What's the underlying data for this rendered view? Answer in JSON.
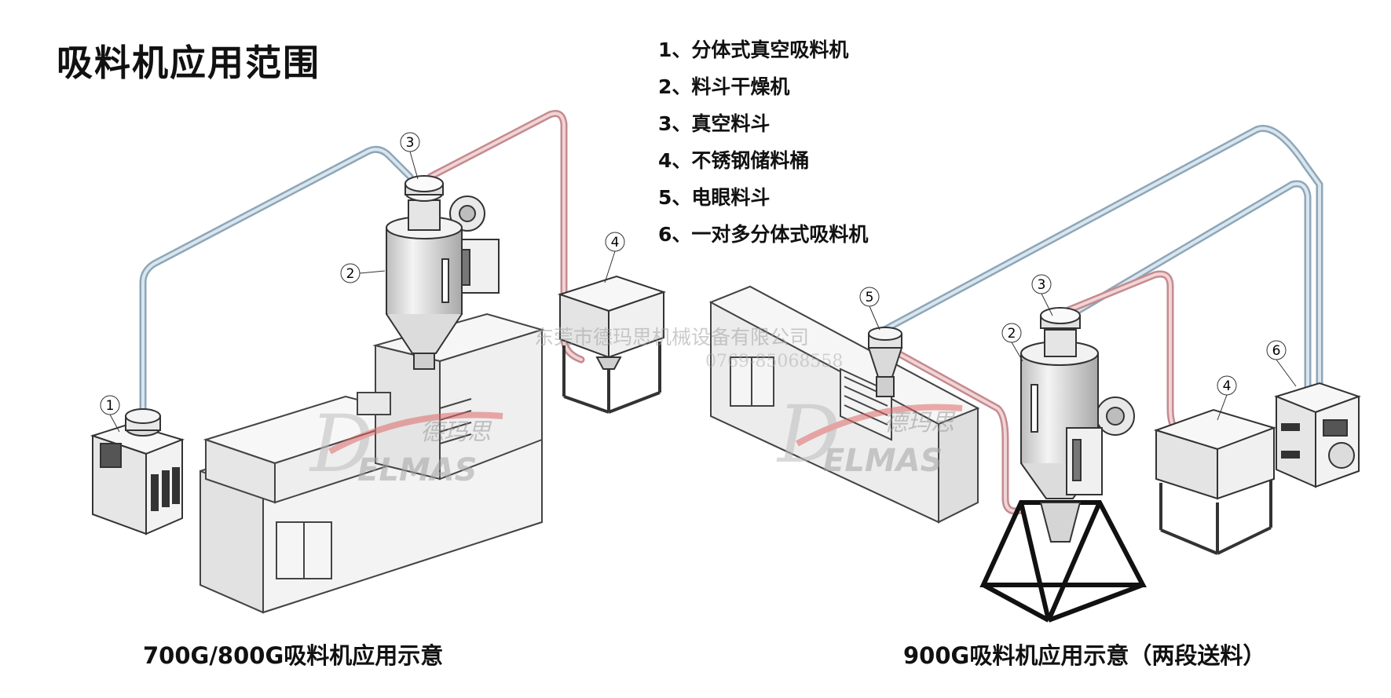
{
  "title": "吸料机应用范围",
  "legend": [
    {
      "num": "1",
      "text": "1、分体式真空吸料机"
    },
    {
      "num": "2",
      "text": "2、料斗干燥机"
    },
    {
      "num": "3",
      "text": "3、真空料斗"
    },
    {
      "num": "4",
      "text": "4、不锈钢储料桶"
    },
    {
      "num": "5",
      "text": "5、电眼料斗"
    },
    {
      "num": "6",
      "text": "6、一对多分体式吸料机"
    }
  ],
  "captions": {
    "left": "700G/800G吸料机应用示意",
    "right": "900G吸料机应用示意（两段送料）"
  },
  "markers": {
    "left": [
      "1",
      "2",
      "3",
      "4"
    ],
    "right": [
      "2",
      "3",
      "4",
      "5",
      "6"
    ]
  },
  "watermark": {
    "company": "东莞市德玛思机械设备有限公司",
    "phone": "0769-85068558",
    "brand_cn": "德玛思",
    "brand_en": "ELMAS"
  },
  "colors": {
    "blue_pipe": "#a9bfcf",
    "pink_pipe": "#d9a7aa",
    "machine_fill": "#eeeeee",
    "outline": "#333333"
  }
}
